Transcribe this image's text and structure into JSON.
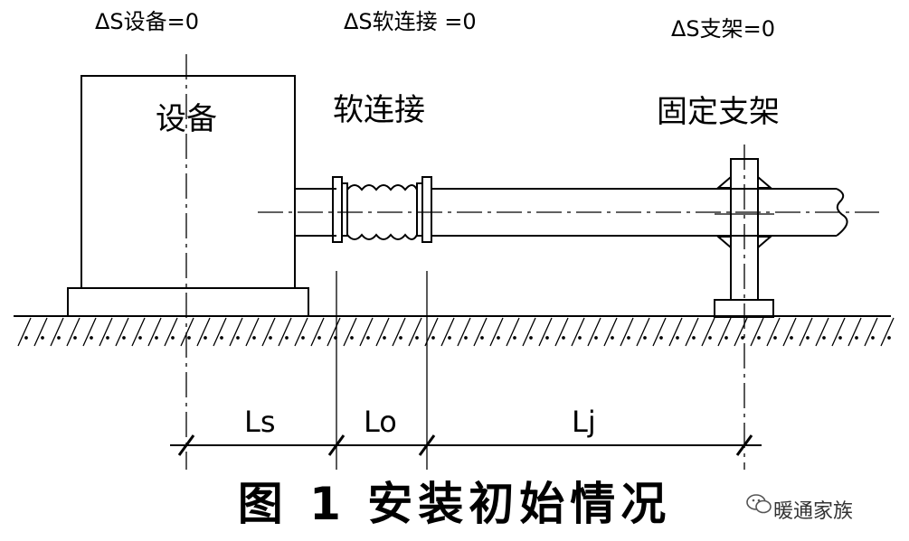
{
  "delta_labels": {
    "equipment": "ΔS设备=0",
    "flex_joint": "ΔS软连接 =0",
    "fixed_support": "ΔS支架=0"
  },
  "component_labels": {
    "equipment": "设备",
    "flex_joint": "软连接",
    "fixed_support": "固定支架"
  },
  "dimension_labels": {
    "ls": "Ls",
    "lo": "Lo",
    "lj": "Lj"
  },
  "caption": "图 1 安装初始情况",
  "watermark": "暖通家族"
}
